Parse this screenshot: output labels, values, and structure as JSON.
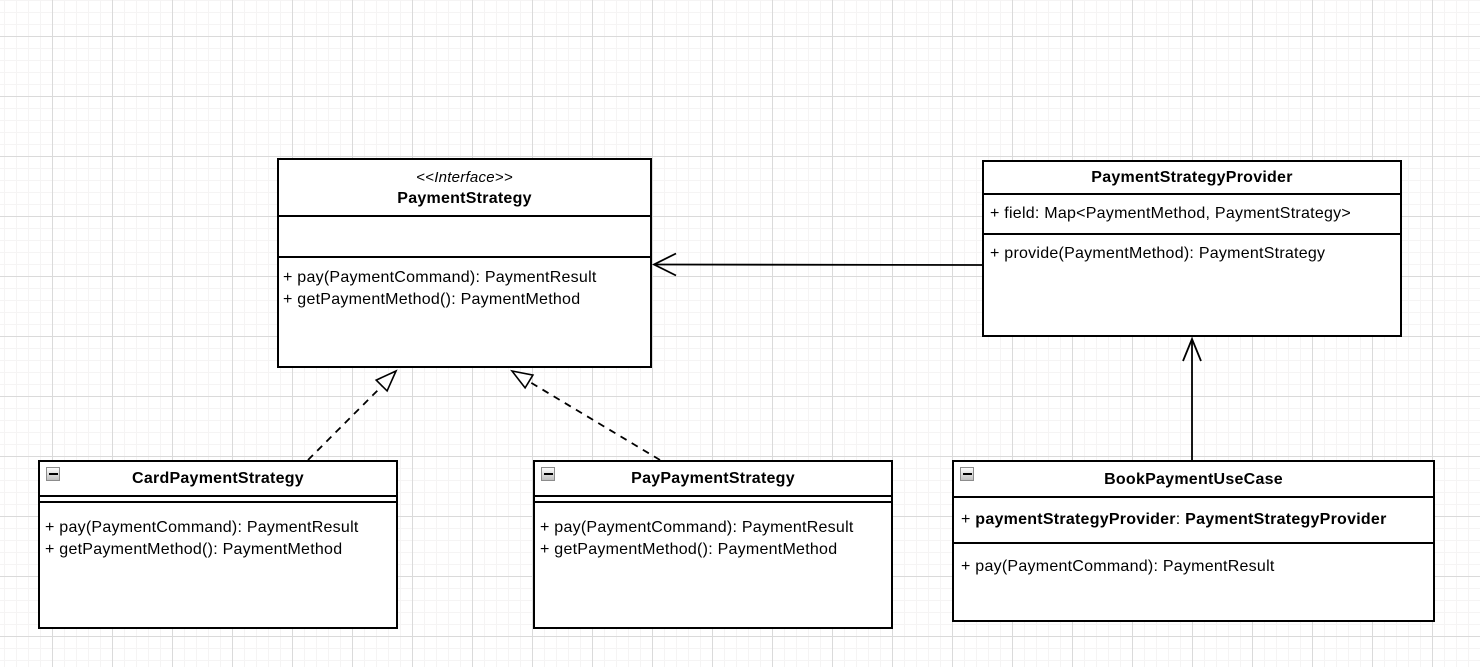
{
  "canvas": {
    "background": "#ffffff",
    "grid_minor_color": "#f5f4f4",
    "grid_major_color": "#dadada",
    "shape_stroke_color": "#000000",
    "shape_fill_color": "#ffffff",
    "text_color": "#000000"
  },
  "classes": [
    {
      "id": "payment-strategy",
      "stereotype": "<<Interface>>",
      "name": "PaymentStrategy",
      "fields": [],
      "methods": [
        "+ pay(PaymentCommand): PaymentResult",
        "+ getPaymentMethod(): PaymentMethod"
      ]
    },
    {
      "id": "payment-strategy-provider",
      "name": "PaymentStrategyProvider",
      "fields": [
        "+ field: Map<PaymentMethod, PaymentStrategy>"
      ],
      "methods": [
        "+ provide(PaymentMethod): PaymentStrategy"
      ]
    },
    {
      "id": "card-payment-strategy",
      "name": "CardPaymentStrategy",
      "has_collapse_icon": true,
      "fields": [],
      "methods": [
        "+ pay(PaymentCommand): PaymentResult",
        "+ getPaymentMethod(): PaymentMethod"
      ]
    },
    {
      "id": "pay-payment-strategy",
      "name": "PayPaymentStrategy",
      "has_collapse_icon": true,
      "fields": [],
      "methods": [
        "+ pay(PaymentCommand): PaymentResult",
        "+ getPaymentMethod(): PaymentMethod"
      ]
    },
    {
      "id": "book-payment-use-case",
      "name": "BookPaymentUseCase",
      "has_collapse_icon": true,
      "field_segments": [
        {
          "text": "+ ",
          "bold": false
        },
        {
          "text": "paymentStrategyProvider",
          "bold": true
        },
        {
          "text": ": ",
          "bold": false
        },
        {
          "text": "PaymentStrategyProvider",
          "bold": true
        }
      ],
      "methods": [
        "+ pay(PaymentCommand): PaymentResult"
      ]
    }
  ],
  "relationships": [
    {
      "from": "CardPaymentStrategy",
      "to": "PaymentStrategy",
      "type": "realization",
      "line": "dashed",
      "arrowhead": "hollow-triangle"
    },
    {
      "from": "PayPaymentStrategy",
      "to": "PaymentStrategy",
      "type": "realization",
      "line": "dashed",
      "arrowhead": "hollow-triangle"
    },
    {
      "from": "PaymentStrategyProvider",
      "to": "PaymentStrategy",
      "type": "association",
      "line": "solid",
      "arrowhead": "open"
    },
    {
      "from": "BookPaymentUseCase",
      "to": "PaymentStrategyProvider",
      "type": "association",
      "line": "solid",
      "arrowhead": "open"
    }
  ]
}
